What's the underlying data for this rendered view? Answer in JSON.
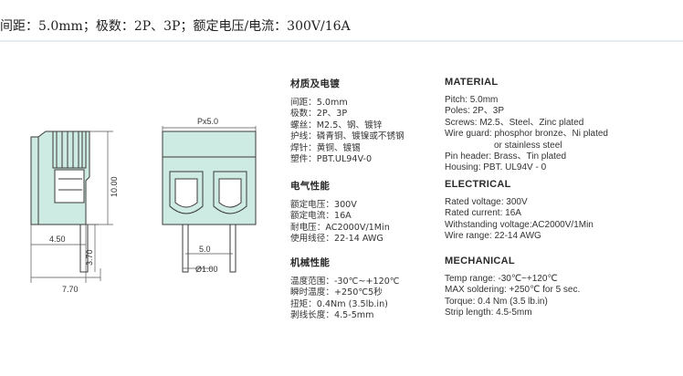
{
  "header": {
    "spec_line": "间距：5.0mm；极数：2P、3P；额定电压/电流：300V/16A"
  },
  "drawing": {
    "pitch_label": "Px5.0",
    "height_label": "10.00",
    "depth_label": "4.50",
    "pin_label": "3.70",
    "width_label": "7.70",
    "spacing_label": "5.0",
    "pin_dia_label": "Ø1.00"
  },
  "cn": {
    "material": {
      "title": "材质及电镀",
      "lines": [
        "间距：5.0mm",
        "极数：2P、3P",
        "螺丝：M2.5、钢、镀锌",
        "护线：磷青铜、镀镍或不锈钢",
        "焊针：黄铜、镀锡",
        "塑件：PBT.UL94V-0"
      ]
    },
    "electrical": {
      "title": "电气性能",
      "lines": [
        "额定电压：300V",
        "额定电流：16A",
        "耐电压：AC2000V/1Min",
        "使用线径：22-14 AWG"
      ]
    },
    "mechanical": {
      "title": "机械性能",
      "lines": [
        "温度范围：-30℃~+120℃",
        "瞬时温度：+250℃5秒",
        "扭矩：0.4Nm (3.5lb.in)",
        "剥线长度：4.5-5mm"
      ]
    }
  },
  "en": {
    "material": {
      "title": "MATERIAL",
      "lines": [
        "Pitch: 5.0mm",
        "Poles: 2P、3P",
        "Screws: M2.5、Steel、Zinc plated",
        "Wire guard: phosphor bronze、Ni plated",
        "or stainless steel",
        "Pin header: Brass、Tin plated",
        "Housing: PBT. UL94V - 0"
      ]
    },
    "electrical": {
      "title": "ELECTRICAL",
      "lines": [
        "Rated voltage: 300V",
        "Rated current: 16A",
        "Withstanding voltage:AC2000V/1Min",
        "Wire range: 22-14 AWG"
      ]
    },
    "mechanical": {
      "title": "MECHANICAL",
      "lines": [
        "Temp range: -30℃~+120℃",
        "MAX soldering: +250℃ for 5 sec.",
        "Torque: 0.4 Nm (3.5 lb.in)",
        "Strip length: 4.5-5mm"
      ]
    }
  },
  "colors": {
    "part_fill": "#cdeae3",
    "line": "#3a3a3a"
  }
}
